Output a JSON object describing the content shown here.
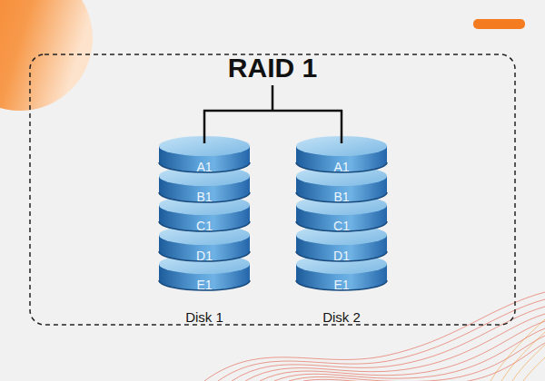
{
  "diagram": {
    "title": "RAID 1",
    "nodes": [
      {
        "text": [
          "Disk 1"
        ]
      },
      {
        "text": [
          "A1"
        ],
        "in": 0
      },
      {
        "text": [
          "B1"
        ],
        "in": 0
      },
      {
        "text": [
          "C1"
        ],
        "in": 0
      },
      {
        "text": [
          "D1"
        ],
        "in": 0
      },
      {
        "text": [
          "E1"
        ],
        "in": 0
      },
      {
        "text": [
          "Disk 2"
        ]
      },
      {
        "text": [
          "A1"
        ],
        "in": 6
      },
      {
        "text": [
          "B1"
        ],
        "in": 6
      },
      {
        "text": [
          "C1"
        ],
        "in": 6
      },
      {
        "text": [
          "D1"
        ],
        "in": 6
      },
      {
        "text": [
          "E1"
        ],
        "in": 6
      }
    ]
  }
}
